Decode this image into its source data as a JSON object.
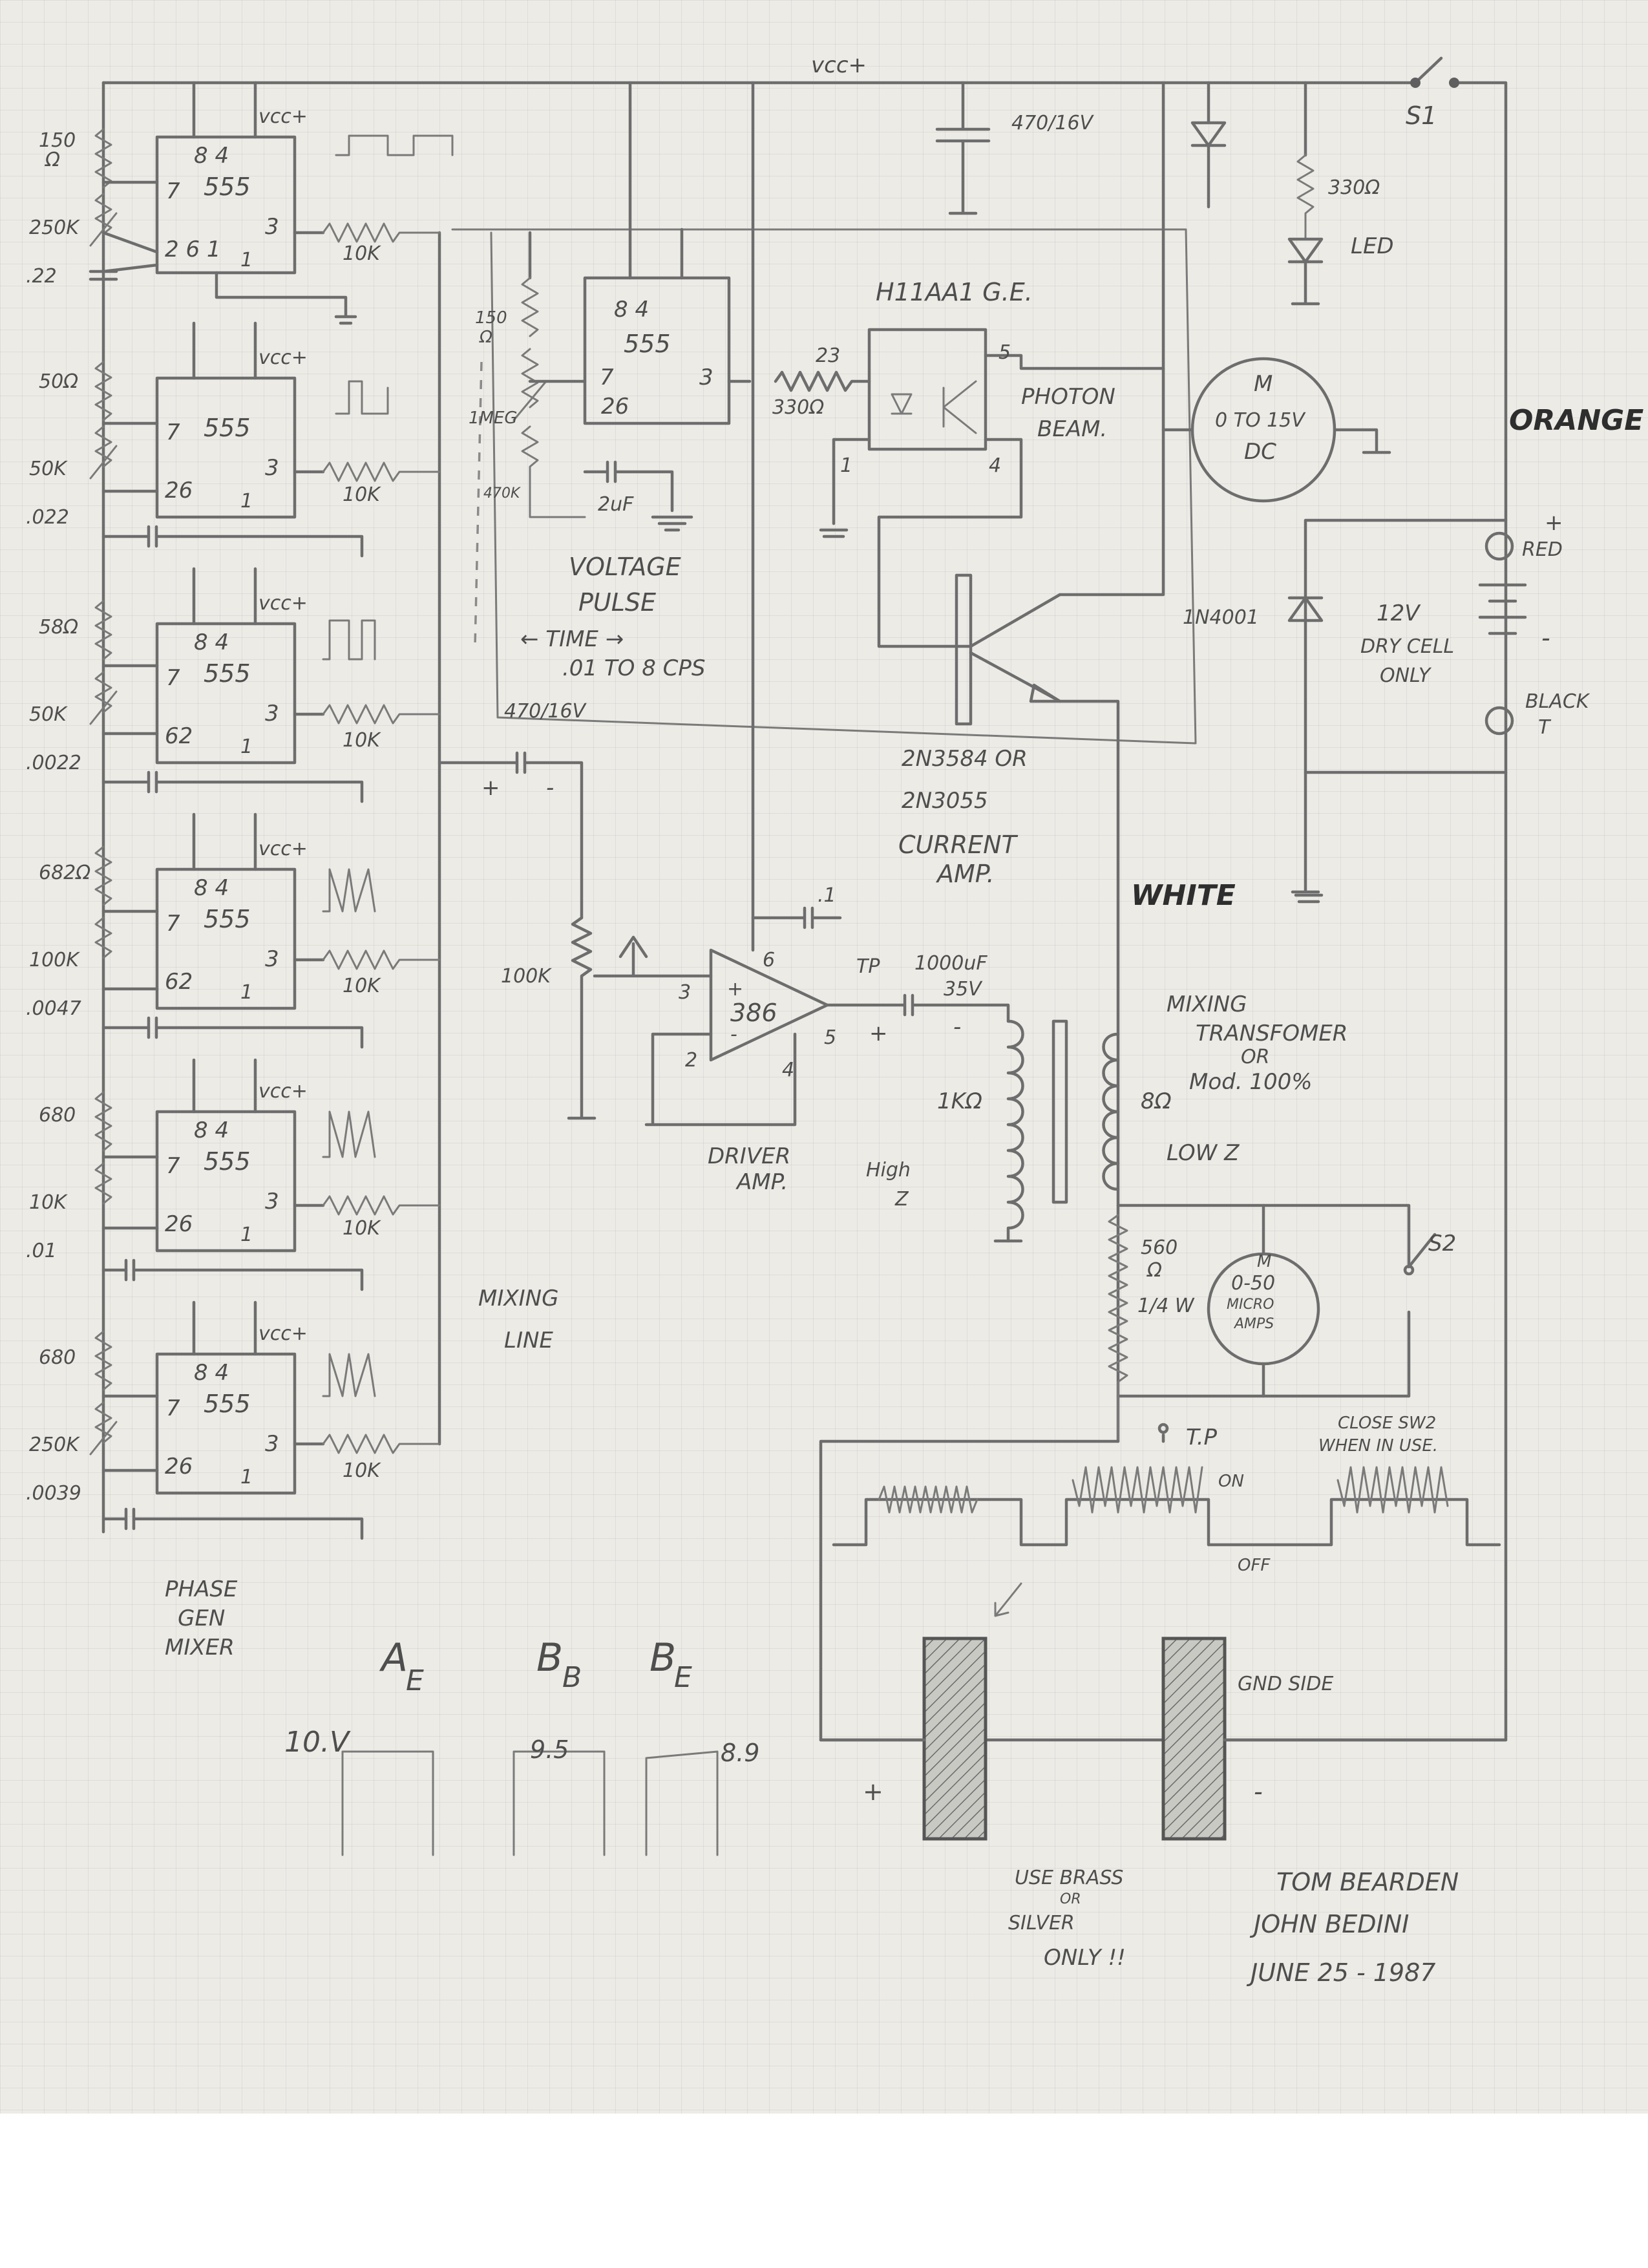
{
  "supply": {
    "vcc_top": "vcc+",
    "switch1": "S1",
    "cap_main": "470/16V",
    "resistor_led": "330Ω",
    "led": "LED"
  },
  "phase_gen": {
    "title_line1": "PHASE",
    "title_line2": "GEN",
    "title_line3": "MIXER",
    "mixing_line_1": "MIXING",
    "mixing_line_2": "LINE",
    "stages": [
      {
        "chip": "555",
        "vcc": "vcc+",
        "pins_top": "8 4",
        "pin7": "7",
        "pin3": "3",
        "pins_bottom": "2 6 1",
        "pin_gnd": "1",
        "r_top": "150",
        "r_top_unit": "Ω",
        "pot": "250K",
        "cap": ".22",
        "r_out": "10K"
      },
      {
        "chip": "555",
        "vcc": "vcc+",
        "pins_top": "",
        "pin7": "7",
        "pin3": "3",
        "pins_bottom": "26",
        "pin_gnd": "1",
        "r_top": "50Ω",
        "r_top_unit": "",
        "pot": "50K",
        "cap": ".022",
        "r_out": "10K"
      },
      {
        "chip": "555",
        "vcc": "vcc+",
        "pins_top": "8 4",
        "pin7": "7",
        "pin3": "3",
        "pins_bottom": "62",
        "pin_gnd": "1",
        "r_top": "58Ω",
        "r_top_unit": "",
        "pot": "50K",
        "cap": ".0022",
        "r_out": "10K"
      },
      {
        "chip": "555",
        "vcc": "vcc+",
        "pins_top": "8 4",
        "pin7": "7",
        "pin3": "3",
        "pins_bottom": "62",
        "pin_gnd": "1",
        "r_top": "682Ω",
        "r_top_unit": "",
        "pot": "100K",
        "cap": ".0047",
        "r_out": "10K"
      },
      {
        "chip": "555",
        "vcc": "vcc+",
        "pins_top": "8 4",
        "pin7": "7",
        "pin3": "3",
        "pins_bottom": "26",
        "pin_gnd": "1",
        "r_top": "680",
        "r_top_unit": "",
        "pot": "10K",
        "cap": ".01",
        "r_out": "10K"
      },
      {
        "chip": "555",
        "vcc": "vcc+",
        "pins_top": "8 4",
        "pin7": "7",
        "pin3": "3",
        "pins_bottom": "26",
        "pin_gnd": "1",
        "r_top": "680",
        "r_top_unit": "",
        "pot": "250K",
        "cap": ".0039",
        "r_out": "10K"
      }
    ]
  },
  "pulse_timer": {
    "chip": "555",
    "pins_top": "8 4",
    "pin7": "7",
    "pin3": "3",
    "pins_bottom": "26",
    "r_top": "150",
    "r_top_unit": "Ω",
    "pot": "1MEG",
    "r_low": "470K",
    "cap": "2uF",
    "title1": "VOLTAGE",
    "title2": "PULSE",
    "time_label": "← TIME →",
    "rate": ".01 TO 8 CPS",
    "cap_out": "470/16V",
    "cap_plus": "+",
    "cap_minus": "-"
  },
  "optocoupler": {
    "part": "H11AA1 G.E.",
    "pin23": "23",
    "pin5": "5",
    "pin1": "1",
    "pin4": "4",
    "r_in": "330Ω",
    "label1": "PHOTON",
    "label2": "BEAM."
  },
  "motor": {
    "m": "M",
    "range": "0 TO 15V",
    "type": "DC"
  },
  "battery": {
    "orange": "ORANGE",
    "red": "RED",
    "plus": "+",
    "minus": "-",
    "v": "12V",
    "line2": "DRY CELL",
    "line3": "ONLY",
    "black": "BLACK",
    "t": "T",
    "diode": "1N4001"
  },
  "current_amp": {
    "part1": "2N3584 OR",
    "part2": "2N3055",
    "label1": "CURRENT",
    "label2": "AMP.",
    "white": "WHITE"
  },
  "driver": {
    "pot": "100K",
    "chip": "386",
    "pin3": "3",
    "pin2": "2",
    "pin6": "6",
    "pin5": "5",
    "pin4": "4",
    "plus": "+",
    "minus": "-",
    "cap_top": ".1",
    "tp": "TP",
    "cap_out": "1000uF",
    "cap_out_v": "35V",
    "cap_plus": "+",
    "cap_minus": "-",
    "label1": "DRIVER",
    "label2": "AMP."
  },
  "transformer": {
    "pri": "1KΩ",
    "pri_z1": "High",
    "pri_z2": "Z",
    "sec": "8Ω",
    "sec_z": "LOW Z",
    "title1": "MIXING",
    "title2": "TRANSFOMER",
    "title3": "OR",
    "title4": "Mod. 100%"
  },
  "meter": {
    "r": "560",
    "r_unit": "Ω",
    "r_watt": "1/4 W",
    "m": "M",
    "range": "0-50",
    "unit1": "MICRO",
    "unit2": "AMPS",
    "s2": "S2",
    "close1": "CLOSE SW2",
    "close2": "WHEN IN USE.",
    "tp": "T.P"
  },
  "waveform": {
    "on": "ON",
    "off": "OFF"
  },
  "electrodes": {
    "plus": "+",
    "minus": "-",
    "gnd": "GND SIDE",
    "use1": "USE BRASS",
    "use2": "OR",
    "use3": "SILVER",
    "use4": "ONLY !!"
  },
  "notes": {
    "a": "A",
    "a_sub": "E",
    "b1": "B",
    "b1_sub": "B",
    "b2": "B",
    "b2_sub": "E",
    "v1": "10.V",
    "v2": "9.5",
    "v3": "8.9"
  },
  "signature": {
    "name1": "TOM BEARDEN",
    "name2": "JOHN BEDINI",
    "date": "JUNE 25 - 1987"
  }
}
